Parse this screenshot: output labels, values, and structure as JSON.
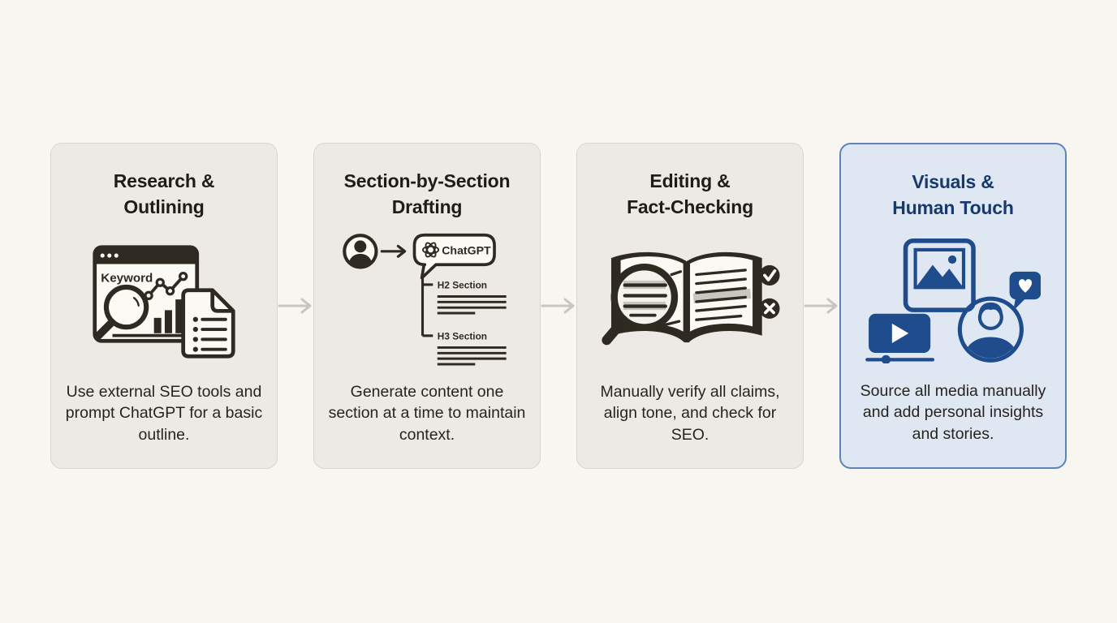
{
  "colors": {
    "page_bg": "#f8f6f0",
    "card_bg": "#edeae5",
    "card_border": "#d8d5ce",
    "card_title": "#1e1c16",
    "card_text": "#26241e",
    "icon_ink": "#2e2a22",
    "icon_fill": "#fbf9f4",
    "highlight_band": "#c9c5bf",
    "highlight_card_bg": "#dfe7f3",
    "highlight_card_border": "#5d84b8",
    "highlight_title": "#18396b",
    "icon_blue": "#1e4c8c",
    "arrow": "#c9c5bf"
  },
  "steps": [
    {
      "id": "research-outlining",
      "title_line1": "Research &",
      "title_line2": "Outlining",
      "icon": "seo-research-icon",
      "labels": {
        "keyword": "Keyword"
      },
      "description": "Use external SEO tools and prompt ChatGPT for a basic outline."
    },
    {
      "id": "section-drafting",
      "title_line1": "Section-by-Section",
      "title_line2": "Drafting",
      "icon": "chatgpt-drafting-icon",
      "labels": {
        "chatgpt": "ChatGPT",
        "h2": "H2 Section",
        "h3": "H3 Section"
      },
      "description": "Generate content one section at a time to maintain context."
    },
    {
      "id": "editing-fact-checking",
      "title_line1": "Editing &",
      "title_line2": "Fact-Checking",
      "icon": "fact-check-book-icon",
      "labels": {},
      "description": "Manually verify all claims, align tone, and check for SEO."
    },
    {
      "id": "visuals-human-touch",
      "title_line1": "Visuals &",
      "title_line2": "Human Touch",
      "icon": "media-human-touch-icon",
      "labels": {},
      "highlighted": true,
      "description": "Source all media manually and add personal insights and stories."
    }
  ]
}
